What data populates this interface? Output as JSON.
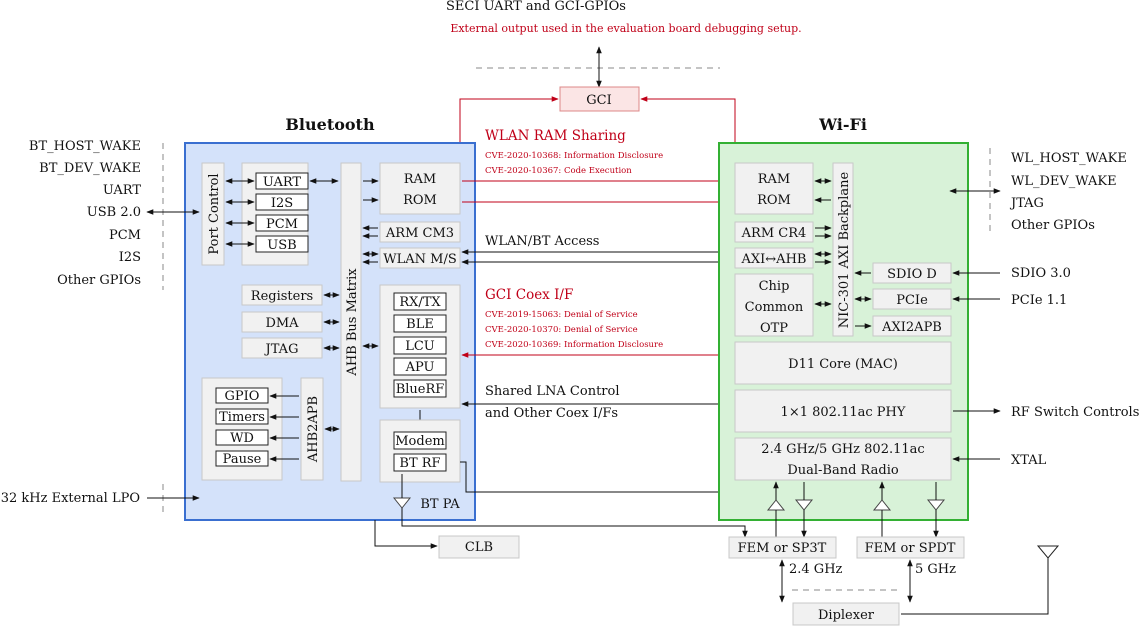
{
  "top": {
    "title": "SECI UART and GCI-GPIOs",
    "subtitle": "External output used in the evaluation board debugging setup.",
    "gci": "GCI"
  },
  "bt": {
    "title": "Bluetooth",
    "port_control": "Port Control",
    "ports": [
      "UART",
      "I2S",
      "PCM",
      "USB"
    ],
    "ahb_bus_matrix": "AHB Bus Matrix",
    "ram": "RAM",
    "rom": "ROM",
    "arm": "ARM CM3",
    "wlan_ms": "WLAN M/S",
    "periph": [
      "Registers",
      "DMA",
      "JTAG"
    ],
    "core": [
      "RX/TX",
      "BLE",
      "LCU",
      "APU",
      "BlueRF"
    ],
    "modem": "Modem",
    "btrf": "BT RF",
    "apb": [
      "GPIO",
      "Timers",
      "WD",
      "Pause"
    ],
    "ahb2apb": "AHB2APB",
    "bt_pa": "BT PA"
  },
  "left_signals": [
    "BT_HOST_WAKE",
    "BT_DEV_WAKE",
    "UART",
    "USB 2.0",
    "PCM",
    "I2S",
    "Other GPIOs"
  ],
  "lpo": "32 kHz External LPO",
  "middle": {
    "wlan_ram_sharing": "WLAN RAM Sharing",
    "cve_ram": [
      "CVE-2020-10368:  Information Disclosure",
      "CVE-2020-10367:  Code Execution"
    ],
    "wlan_bt_access": "WLAN/BT Access",
    "gci_coex": "GCI Coex I/F",
    "cve_coex": [
      "CVE-2019-15063:  Denial  of  Service",
      "CVE-2020-10370:  Denial  of  Service",
      "CVE-2020-10369:  Information  Disclosure"
    ],
    "shared_lna": "Shared LNA Control",
    "other_coex": "and Other Coex I/Fs"
  },
  "wifi": {
    "title": "Wi-Fi",
    "ram": "RAM",
    "rom": "ROM",
    "arm": "ARM CR4",
    "axi_ahb": "AXI↔AHB",
    "chip": [
      "Chip",
      "Common",
      "OTP"
    ],
    "backplane": "NIC-301 AXI Backplane",
    "sdio": "SDIO D",
    "pcie": "PCIe",
    "axi2apb": "AXI2APB",
    "d11": "D11 Core (MAC)",
    "phy": "1×1 802.11ac PHY",
    "radio": [
      "2.4 GHz/5 GHz 802.11ac",
      "Dual-Band Radio"
    ]
  },
  "right_signals": [
    "WL_HOST_WAKE",
    "WL_DEV_WAKE",
    "JTAG",
    "Other GPIOs"
  ],
  "right_ext": {
    "sdio": "SDIO 3.0",
    "pcie": "PCIe 1.1",
    "rf_switch": "RF Switch Controls",
    "xtal": "XTAL"
  },
  "bottom": {
    "clb": "CLB",
    "fem_left": "FEM or SP3T",
    "fem_right": "FEM or SPDT",
    "band_24": "2.4 GHz",
    "band_5": "5 GHz",
    "diplexer": "Diplexer"
  },
  "colors": {
    "bt_fill": "#d4e2fa",
    "bt_stroke": "#3a6fd0",
    "wifi_fill": "#d8f2d8",
    "wifi_stroke": "#33b033",
    "accent_red": "#c00018"
  }
}
